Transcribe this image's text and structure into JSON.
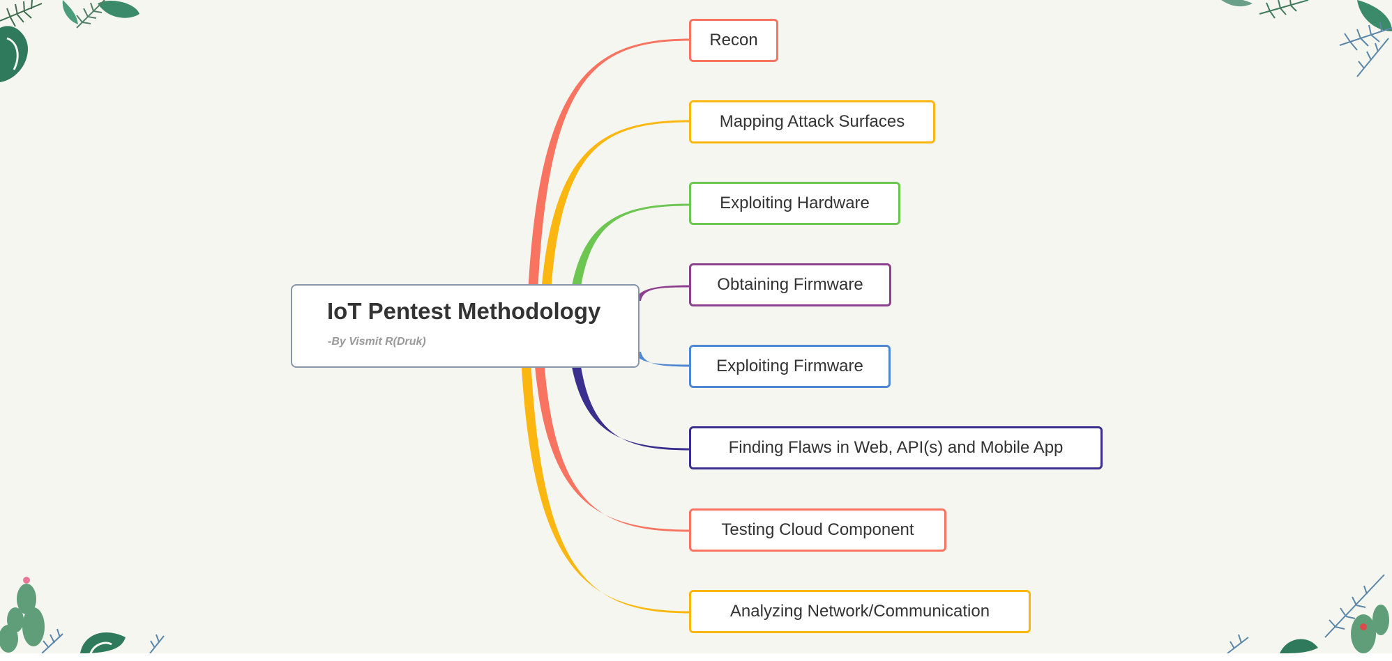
{
  "central": {
    "title": "IoT Pentest Methodology",
    "subtitle": "-By Vismit R(Druk)"
  },
  "branches": [
    {
      "label": "Recon",
      "color": "#f87461"
    },
    {
      "label": "Mapping Attack Surfaces",
      "color": "#fbb70f"
    },
    {
      "label": "Exploiting Hardware",
      "color": "#6cc651"
    },
    {
      "label": "Obtaining Firmware",
      "color": "#8e3f8e"
    },
    {
      "label": "Exploiting Firmware",
      "color": "#4e87d2"
    },
    {
      "label": "Finding Flaws in Web, API(s) and Mobile App",
      "color": "#3a2f8e"
    },
    {
      "label": "Testing Cloud Component",
      "color": "#f87461"
    },
    {
      "label": "Analyzing Network/Communication",
      "color": "#fbb70f"
    }
  ],
  "decorations": [
    "leaf-top-left",
    "leaf-top-right",
    "cactus-bottom-left",
    "cactus-bottom-right"
  ]
}
